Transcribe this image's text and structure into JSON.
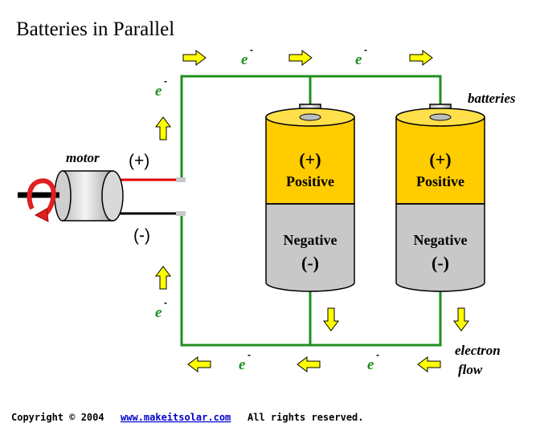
{
  "title": "Batteries in Parallel",
  "labels": {
    "electron": "e",
    "electron_sup": "-",
    "batteries": "batteries",
    "motor": "motor",
    "motor_plus": "(+)",
    "motor_minus": "(-)",
    "electron_flow_1": "electron",
    "electron_flow_2": "flow"
  },
  "batteries": [
    {
      "plus": "(+)",
      "positive": "Positive",
      "negative": "Negative",
      "minus": "(-)"
    },
    {
      "plus": "(+)",
      "positive": "Positive",
      "negative": "Negative",
      "minus": "(-)"
    }
  ],
  "footer": {
    "copyright": "Copyright © 2004",
    "link": "www.makeitsolar.com",
    "rights": "All rights reserved."
  },
  "colors": {
    "wire": "#1f8f1f",
    "arrow": "#ffff00",
    "battery_top": "#ffcc00",
    "battery_bottom": "#c8c8c8",
    "electron_text": "#1f8f1f",
    "motor_rotation": "#e02020"
  }
}
